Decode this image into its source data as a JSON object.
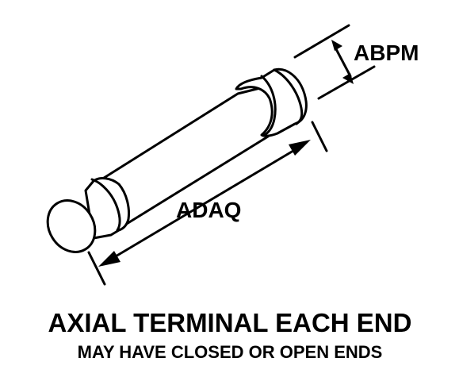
{
  "diagram": {
    "dimension_diameter_label": "ABPM",
    "dimension_length_label": "ADAQ"
  },
  "caption": {
    "title": "AXIAL TERMINAL EACH END",
    "subtitle": "MAY HAVE CLOSED OR OPEN ENDS"
  },
  "colors": {
    "ink": "#000000",
    "paper": "#ffffff"
  }
}
